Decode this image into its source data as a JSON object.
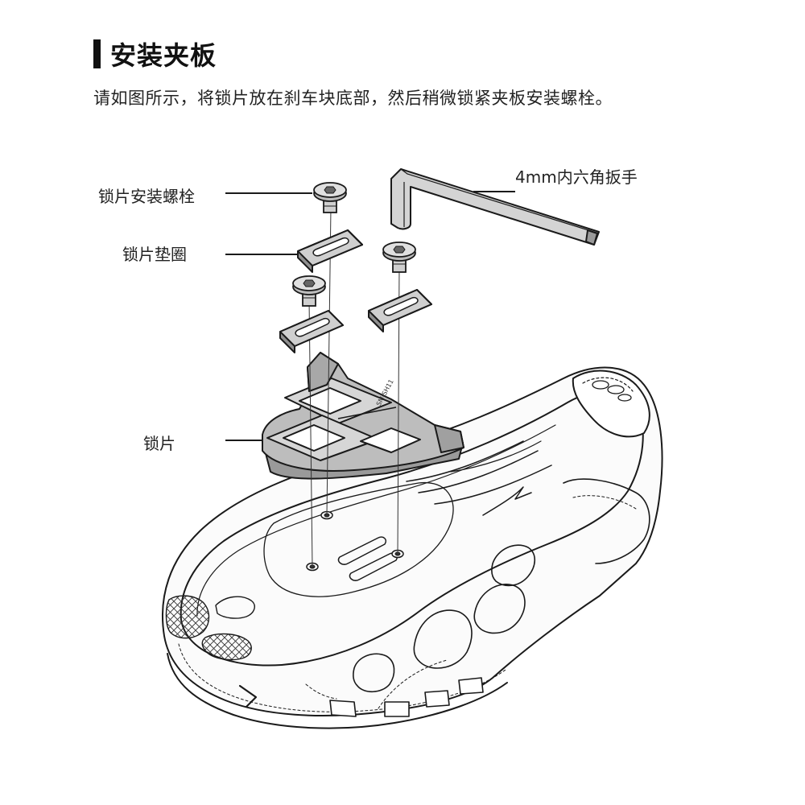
{
  "header": {
    "title": "安装夹板",
    "instruction": "请如图所示，将锁片放在刹车块底部，然后稍微锁紧夹板安装螺栓。"
  },
  "callouts": {
    "bolt": "锁片安装螺栓",
    "washer": "锁片垫圈",
    "cleat": "锁片",
    "wrench": "4mm内六角扳手"
  },
  "cleat_marking": "SM-SH11"
}
